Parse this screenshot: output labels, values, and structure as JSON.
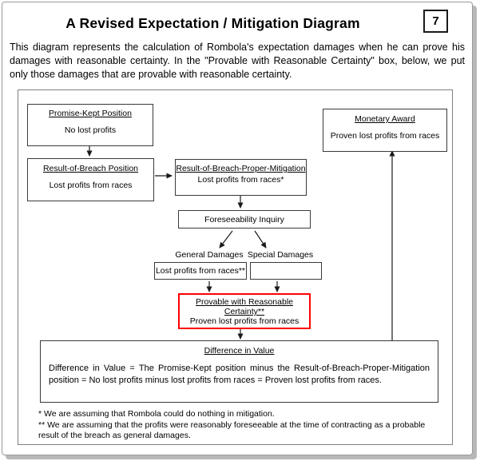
{
  "header": {
    "title": "A Revised Expectation / Mitigation Diagram",
    "page_number": "7"
  },
  "intro": "This diagram represents the calculation of Rombola's expectation damages when he can prove his damages with reasonable certainty. In the \"Provable with Reasonable Certainty\" box, below, we put only those damages that are provable with reasonable certainty.",
  "diagram": {
    "promise_kept": {
      "heading": "Promise-Kept Position",
      "body": "No lost profits"
    },
    "result_of_breach": {
      "heading": "Result-of-Breach Position",
      "body": "Lost profits from races"
    },
    "proper_mitigation": {
      "heading": "Result-of-Breach-Proper-Mitigation",
      "body": "Lost profits from races*"
    },
    "foreseeability": {
      "label": "Foreseeability Inquiry"
    },
    "general_damages": {
      "label": "General Damages",
      "box": "Lost profits from races**"
    },
    "special_damages": {
      "label": "Special Damages",
      "box": ""
    },
    "provable": {
      "heading": "Provable with Reasonable Certainty**",
      "body": "Proven lost profits from races",
      "border_color": "#ff0000"
    },
    "difference": {
      "heading": "Difference in Value",
      "body": "Difference in Value = The Promise-Kept position minus the Result-of-Breach-Proper-Mitigation position = No lost profits minus lost profits from races = Proven lost profits from races."
    },
    "monetary_award": {
      "heading": "Monetary Award",
      "body": "Proven lost profits from races"
    },
    "footnotes": [
      "* We are assuming that Rombola could do nothing in mitigation.",
      "** We are assuming that the profits were reasonably foreseeable at the time of contracting as a probable result of the breach as general damages."
    ]
  }
}
